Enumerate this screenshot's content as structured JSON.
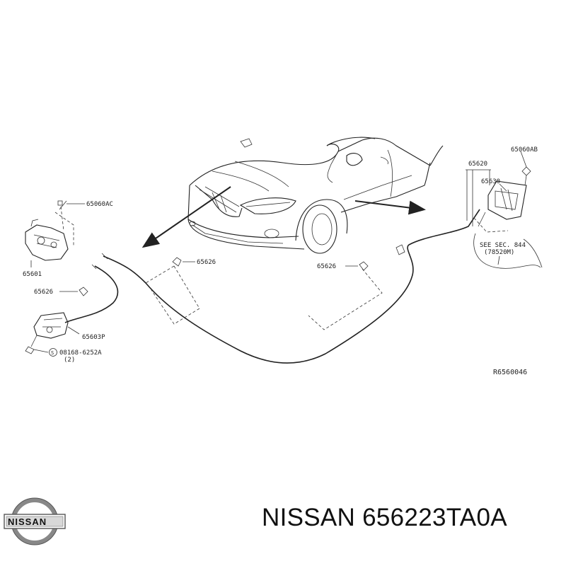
{
  "diagram": {
    "labels": {
      "p65060AB": "65060AB",
      "p65620": "65620",
      "p65630": "65630",
      "see_sec_line1": "SEE SEC. 844",
      "see_sec_line2": "(78520M)",
      "p65060AC": "65060AC",
      "p65601": "65601",
      "p65626_left": "65626",
      "p65626_mid": "65626",
      "p65626_right": "65626",
      "p65603P": "65603P",
      "bolt_part": "08168-6252A",
      "bolt_qty": "(2)",
      "bolt_symbol": "S",
      "ref_code": "R6560046"
    }
  },
  "logo": {
    "text": "NISSAN"
  },
  "caption": {
    "text": "NISSAN 656223TA0A"
  }
}
